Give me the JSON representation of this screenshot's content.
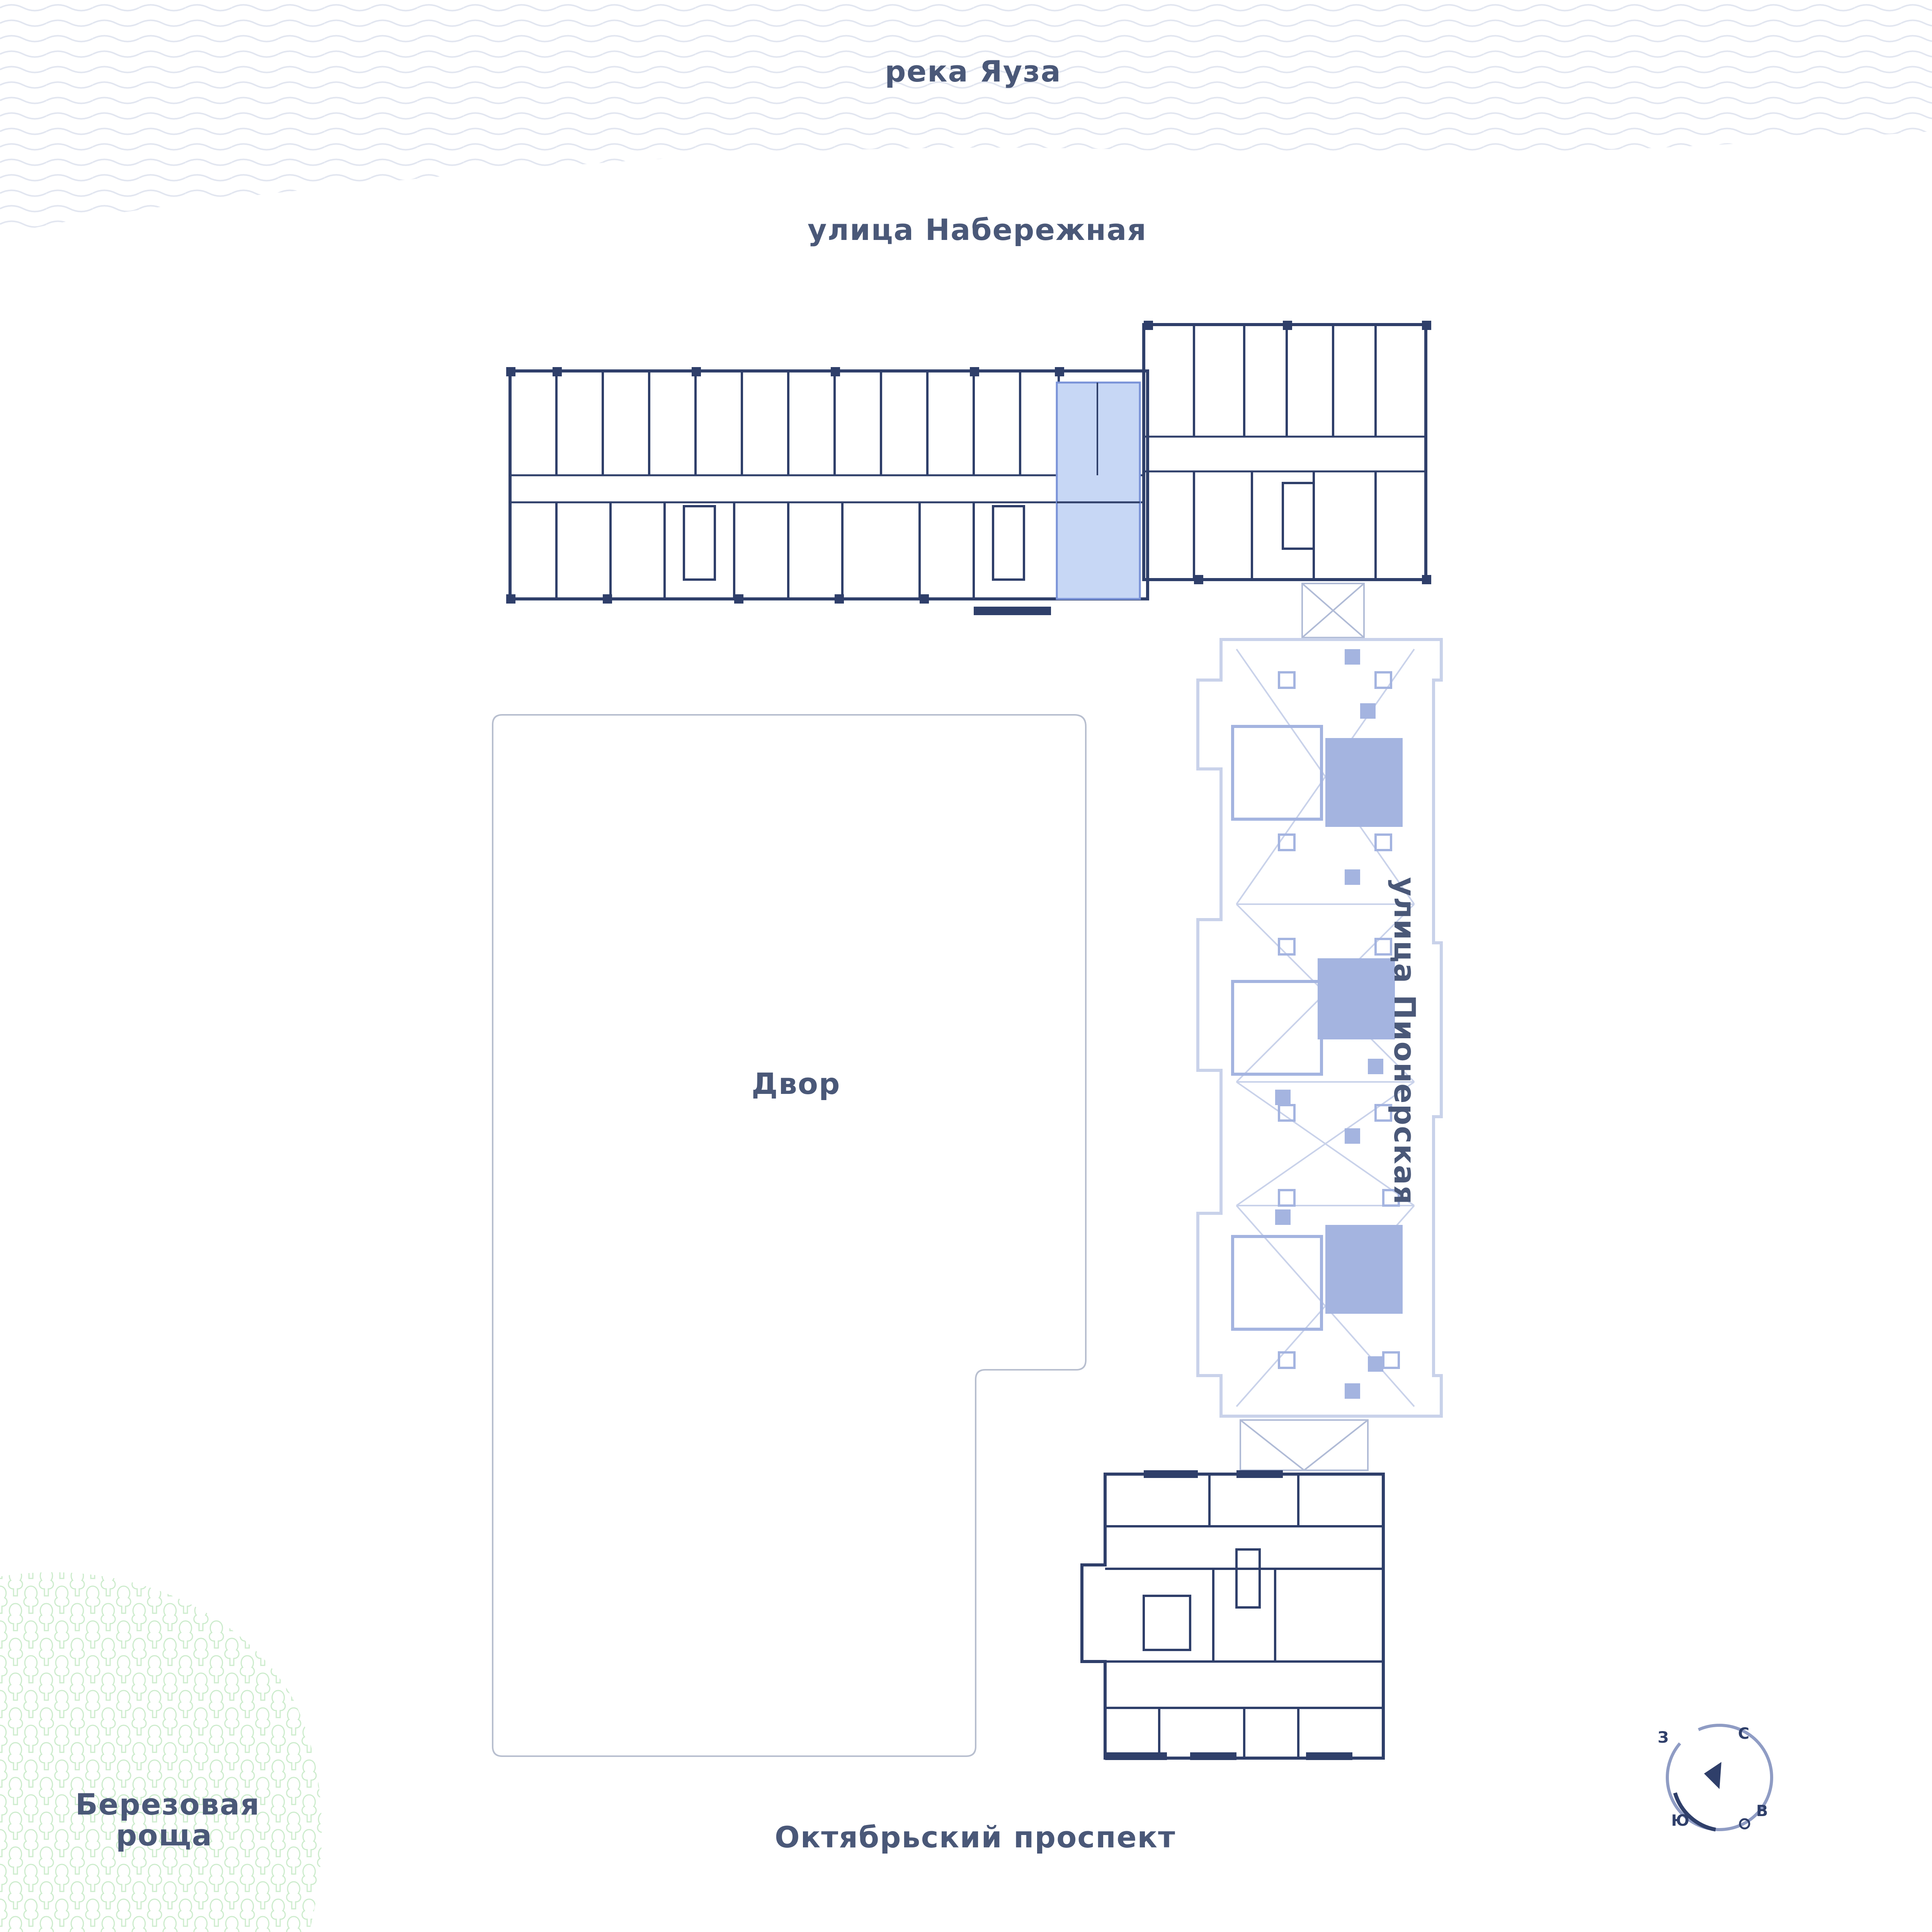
{
  "labels": {
    "river": "река Яуза",
    "embankment_street": "улица Набережная",
    "yard": "Двор",
    "pionerskaya_street": "улица Пионерская",
    "oktyabrsky_avenue": "Октябрьский проспект",
    "birch_grove_line1": "Березовая",
    "birch_grove_line2": "роща"
  },
  "compass": {
    "north": "С",
    "east": "В",
    "south": "Ю",
    "west": "З"
  },
  "colors": {
    "building_outline": "#2f3f6a",
    "highlight": "#c7d7f5",
    "highlight_border": "#7a93d8",
    "light_building": "#c9d2ea",
    "fill_blue": "#a4b4e0",
    "water_lines": "#dfe3ef",
    "trees": "#c5e8c6",
    "yard_border": "#b8bfcf",
    "text": "#4a5878"
  }
}
